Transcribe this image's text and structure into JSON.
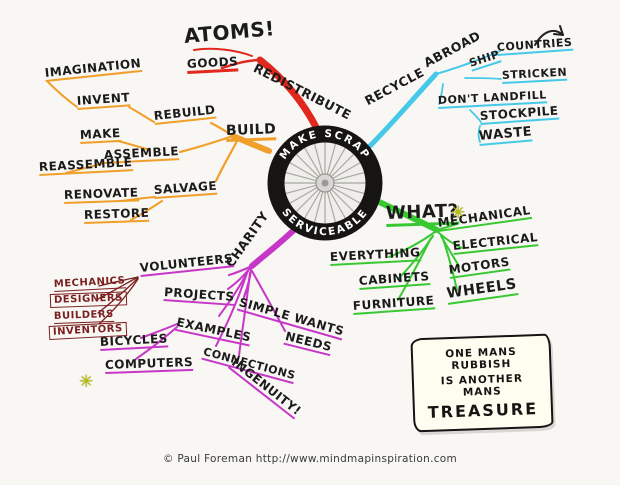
{
  "center": {
    "top": "MAKE SCRAP",
    "bottom": "SERVICEABLE"
  },
  "colors": {
    "red": "#e0281e",
    "cyan": "#46c8e8",
    "orange": "#f09f2a",
    "green": "#39c832",
    "magenta": "#c737c7",
    "maroon": "#7a1f1f",
    "ink": "#1b1b1b"
  },
  "branches": {
    "redistribute": {
      "main": "REDISTRIBUTE",
      "goods": "GOODS",
      "atoms": "ATOMS!"
    },
    "recycle": {
      "main": "RECYCLE",
      "abroad": "ABROAD",
      "ship": "SHIP",
      "countries": "COUNTRIES",
      "stricken": "STRICKEN",
      "dont_landfill": "DON'T LANDFILL",
      "stockpile": "STOCKPILE",
      "waste": "WASTE"
    },
    "build": {
      "main": "BUILD",
      "rebuild": "REBUILD",
      "invent": "INVENT",
      "imagination": "IMAGINATION",
      "make": "MAKE",
      "assemble": "ASSEMBLE",
      "reassemble": "REASSEMBLE",
      "renovate": "RENOVATE",
      "salvage": "SALVAGE",
      "restore": "RESTORE"
    },
    "what": {
      "main": "WHAT?",
      "mechanical": "MECHANICAL",
      "electrical": "ELECTRICAL",
      "everything": "EVERYTHING",
      "motors": "MOTORS",
      "cabinets": "CABINETS",
      "wheels": "WHEELS",
      "furniture": "FURNITURE"
    },
    "charity": {
      "main": "CHARITY",
      "volunteers": "VOLUNTEERS",
      "mechanics": "MECHANICS",
      "designers": "DESIGNERS",
      "builders": "BUILDERS",
      "inventors": "INVENTORS",
      "projects": "PROJECTS",
      "examples": "EXAMPLES",
      "bicycles": "BICYCLES",
      "computers": "COMPUTERS",
      "simple_wants": "SIMPLE WANTS",
      "needs": "NEEDS",
      "connections": "CONNECTIONS",
      "ingenuity": "INGENUITY!"
    }
  },
  "note": {
    "line1": "ONE MANS RUBBISH",
    "line2": "IS ANOTHER MANS",
    "line3": "TREASURE"
  },
  "symbols": {
    "asterisk": "✳"
  },
  "footer": "© Paul Foreman http://www.mindmapinspiration.com"
}
